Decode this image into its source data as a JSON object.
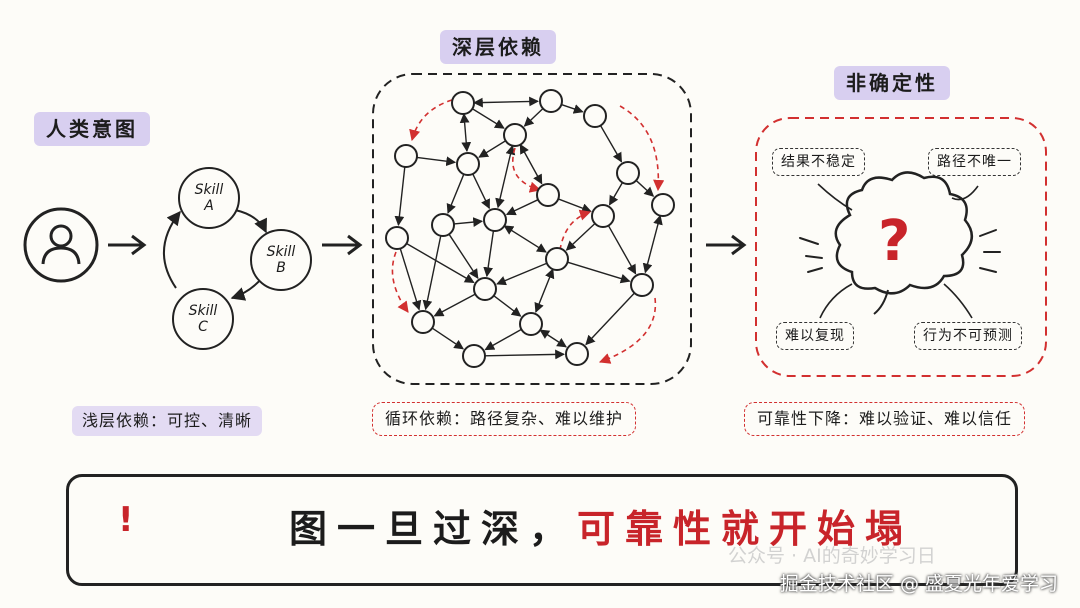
{
  "labels": {
    "human_intent": "人类意图",
    "deep_dependency": "深层依赖",
    "uncertainty": "非确定性"
  },
  "skills": [
    {
      "line1": "Skill",
      "line2": "A"
    },
    {
      "line1": "Skill",
      "line2": "B"
    },
    {
      "line1": "Skill",
      "line2": "C"
    }
  ],
  "uncertainty_items": {
    "unstable_result": "结果不稳定",
    "inconsistent_path": "路径不唯一",
    "hard_to_reproduce": "难以复现",
    "unpredictable_behavior": "行为不可预测",
    "question_mark": "?"
  },
  "captions": {
    "shallow": "浅层依赖：可控、清晰",
    "circular": "循环依赖：路径复杂、难以维护",
    "reliability": "可靠性下降：难以验证、难以信任"
  },
  "banner": {
    "warning_symbol": "!",
    "text_normal": "图一旦过深，",
    "text_red": "可靠性就开始塌"
  },
  "watermark": {
    "platform": "掘金技术社区 @ 盛夏光年爱学习",
    "faint": "公众号 · AI的奇妙学习日"
  },
  "colors": {
    "accent_red": "#c8242a",
    "highlight_purple": "#d8cff0",
    "ink": "#1c1c1c"
  }
}
